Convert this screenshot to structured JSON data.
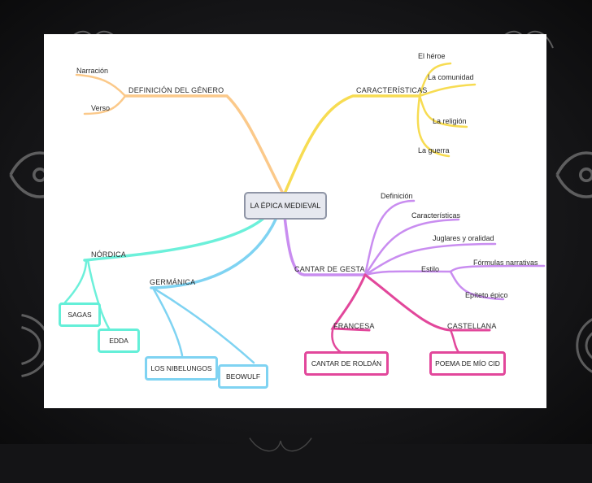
{
  "colors": {
    "definicion_branch": "#fbc98a",
    "caracteristicas_branch": "#f7dc52",
    "nordica_branch": "#6cf0da",
    "germanica_branch": "#7fd3f2",
    "cantar_branch": "#c98df0",
    "francesa_castellana_branch": "#e2479b"
  },
  "center": {
    "label": "LA ÉPICA MEDIEVAL"
  },
  "definicion": {
    "label": "DEFINICIÓN DEL GÉNERO",
    "children": [
      "Narración",
      "Verso"
    ]
  },
  "caracteristicas": {
    "label": "CARACTERÍSTICAS",
    "children": [
      "El héroe",
      "La comunidad",
      "La religión",
      "La guerra"
    ]
  },
  "nordica": {
    "label": "NÓRDICA",
    "children": [
      "SAGAS",
      "EDDA"
    ]
  },
  "germanica": {
    "label": "GERMÁNICA",
    "children": [
      "LOS NIBELUNGOS",
      "BEOWULF"
    ]
  },
  "cantar": {
    "label": "CANTAR DE GESTA",
    "children": [
      "Definición",
      "Características",
      "Juglares y oralidad",
      "Estilo"
    ],
    "estilo_children": [
      "Fórmulas narrativas",
      "Epíteto épico"
    ]
  },
  "francesa": {
    "label": "FRANCESA",
    "work": "CANTAR DE ROLDÁN"
  },
  "castellana": {
    "label": "CASTELLANA",
    "work": "POEMA DE MÍO CID"
  }
}
